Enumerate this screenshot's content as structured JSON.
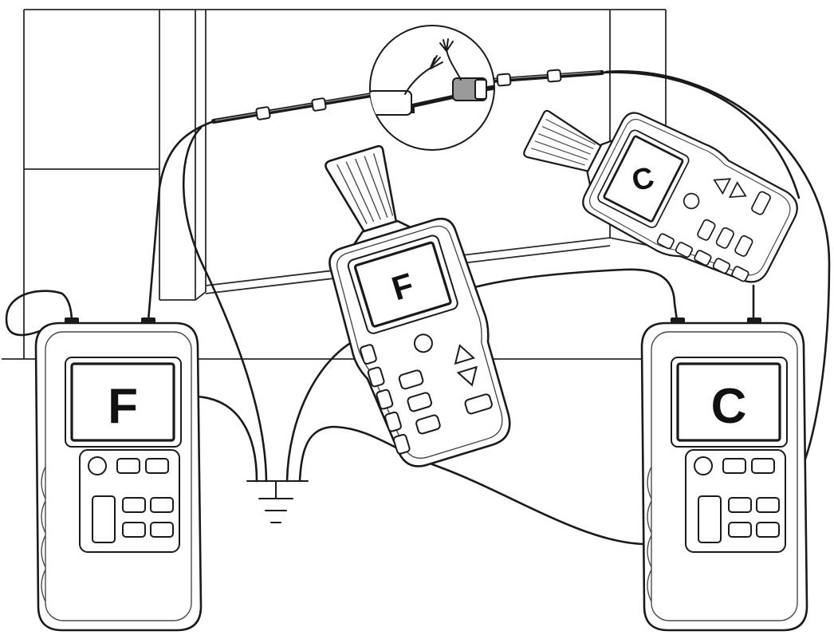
{
  "labels": {
    "left_transmitter": "F",
    "middle_receiver": "F",
    "top_right_receiver": "C",
    "right_transmitter": "C"
  },
  "colors": {
    "stroke": "#1a1a1a",
    "background": "#ffffff",
    "sleeve_grey": "#9a9a9a"
  }
}
